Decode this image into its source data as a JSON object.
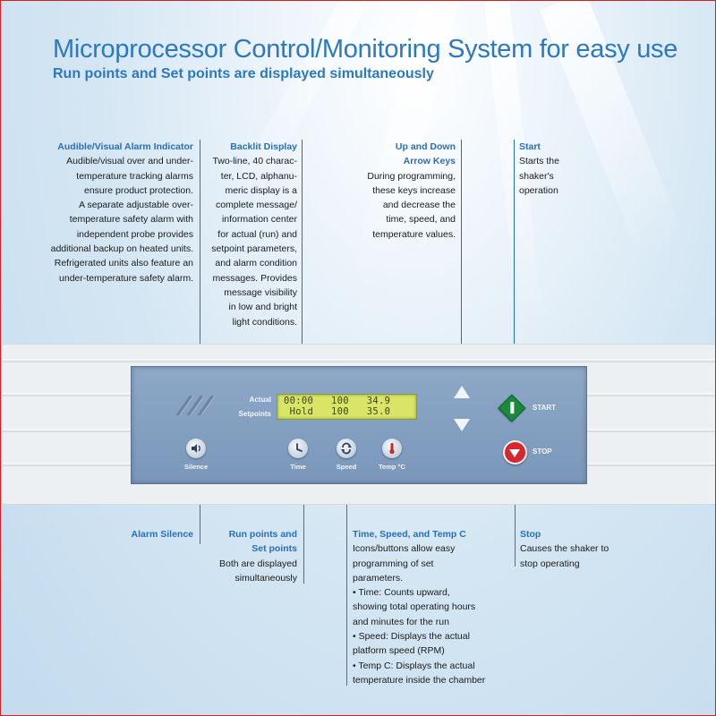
{
  "header": {
    "title": "Microprocessor Control/Monitoring System for easy use",
    "subtitle": "Run points and Set points are displayed simultaneously"
  },
  "callouts": {
    "alarm_indicator": {
      "title": "Audible/Visual Alarm Indicator",
      "lines": [
        "Audible/visual over and under-",
        "temperature tracking alarms",
        "ensure product protection.",
        "A separate adjustable over-",
        "temperature safety alarm with",
        "independent probe provides",
        "additional backup on heated units.",
        "Refrigerated units also feature an",
        "under-temperature safety alarm."
      ]
    },
    "backlit_display": {
      "title": "Backlit Display",
      "lines": [
        "Two-line, 40 charac-",
        "ter, LCD, alphanu-",
        "meric display is a",
        "complete message/",
        "information center",
        "for actual (run) and",
        "setpoint parameters,",
        "and alarm condition",
        "messages. Provides",
        "message visibility",
        "in low and bright",
        "light conditions."
      ]
    },
    "arrow_keys": {
      "title_lines": [
        "Up and Down",
        "Arrow Keys"
      ],
      "lines": [
        "During programming,",
        "these keys increase",
        "and decrease the",
        "time, speed, and",
        "temperature values."
      ]
    },
    "start": {
      "title": "Start",
      "lines": [
        "Starts the",
        "shaker's",
        "operation"
      ]
    },
    "alarm_silence": {
      "title": "Alarm Silence"
    },
    "run_set_points": {
      "title_lines": [
        "Run points and",
        "Set points"
      ],
      "lines": [
        "Both are displayed",
        "simultaneously"
      ]
    },
    "time_speed_temp": {
      "title": "Time, Speed, and Temp C",
      "lines": [
        "Icons/buttons allow easy",
        "programming of set",
        "parameters.",
        "• Time: Counts upward,",
        "showing total operating hours",
        "and minutes for the run",
        "• Speed: Displays the actual",
        "platform speed (RPM)",
        "• Temp C: Displays the actual",
        "temperature inside the chamber"
      ]
    },
    "stop": {
      "title": "Stop",
      "lines": [
        "Causes the shaker to",
        "stop operating"
      ]
    }
  },
  "panel": {
    "actual_label": "Actual",
    "setpoints_label": "Setpoints",
    "lcd": {
      "line1": "00:00   100   34.9",
      "line2": " Hold   100   35.0"
    },
    "buttons": {
      "silence": "Silence",
      "time": "Time",
      "speed": "Speed",
      "temp": "Temp °C",
      "start": "START",
      "stop": "STOP"
    }
  },
  "colors": {
    "accent": "#2c79bf",
    "start_green": "#1c8a3d",
    "stop_red": "#d5282c",
    "lcd_background": "#d9e566"
  }
}
